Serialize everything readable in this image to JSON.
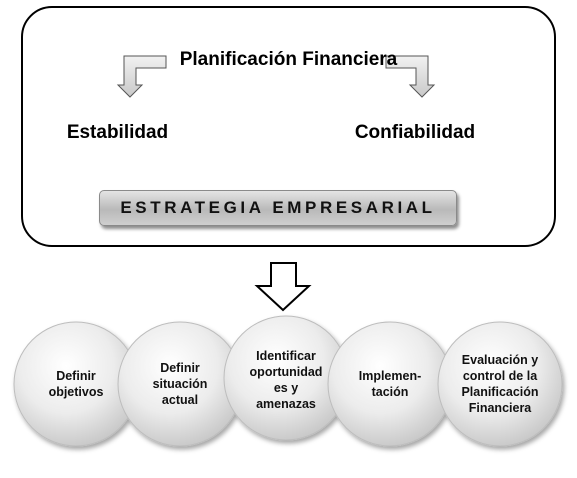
{
  "diagram": {
    "title": "Planificación Financiera",
    "left_label": "Estabilidad",
    "right_label": "Confiabilidad",
    "strategy": "ESTRATEGIA EMPRESARIAL",
    "steps": [
      "Definir\nobjetivos",
      "Definir\nsituación\nactual",
      "Identificar\noportunidad\nes y\namenazas",
      "Implemen-\ntación",
      "Evaluación y\ncontrol de la\nPlanificación\nFinanciera"
    ]
  },
  "colors": {
    "frame_border": "#000000",
    "circle_light": "#ffffff",
    "circle_dark": "#c8c8c8",
    "arrow_fill": "#d9d9d9"
  },
  "icons": [
    "elbow-arrow-icon",
    "down-arrow-icon"
  ]
}
